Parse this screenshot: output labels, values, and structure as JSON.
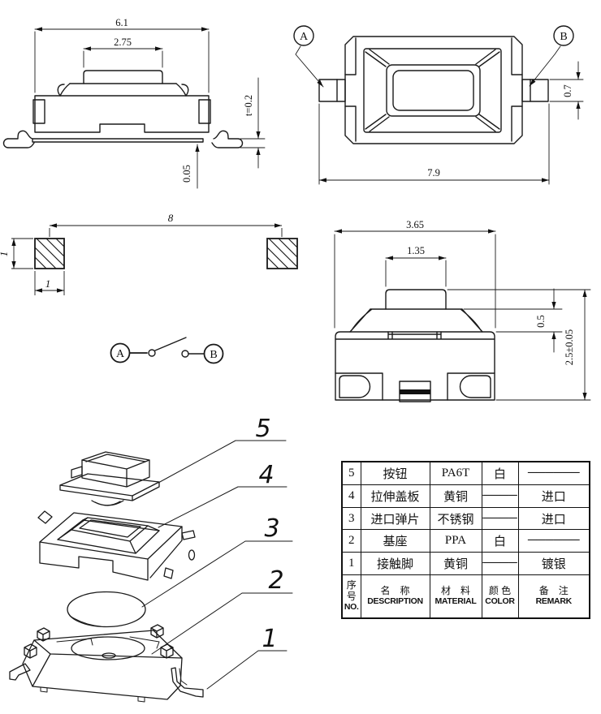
{
  "drawing": {
    "side_view": {
      "dim_width": "6.1",
      "dim_button": "2.75",
      "dim_thickness": "t=0.2",
      "dim_standoff": "0.05"
    },
    "top_view": {
      "terminal_a": "A",
      "terminal_b": "B",
      "dim_length": "7.9",
      "dim_lead": "0.7"
    },
    "footprint": {
      "dim_pitch": "8",
      "dim_pad_height": "1",
      "dim_pad_width": "1"
    },
    "circuit": {
      "terminal_a": "A",
      "terminal_b": "B"
    },
    "front_view": {
      "dim_width": "3.65",
      "dim_button": "1.35",
      "dim_travel": "0.5",
      "dim_height": "2.5±0.05"
    },
    "exploded": {
      "callout_5": "5",
      "callout_4": "4",
      "callout_3": "3",
      "callout_2": "2",
      "callout_1": "1"
    }
  },
  "table": {
    "header": {
      "no_cn": "序号",
      "no_en": "NO.",
      "desc_cn": "名　称",
      "desc_en": "DESCRIPTION",
      "mat_cn": "材　料",
      "mat_en": "MATERIAL",
      "color_cn": "颜 色",
      "color_en": "COLOR",
      "remark_cn": "备　注",
      "remark_en": "REMARK"
    },
    "rows": [
      {
        "no": "5",
        "desc": "按钮",
        "mat": "PA6T",
        "color": "白",
        "remark": "──────"
      },
      {
        "no": "4",
        "desc": "拉伸盖板",
        "mat": "黄铜",
        "color": "────",
        "remark": "进口"
      },
      {
        "no": "3",
        "desc": "进口弹片",
        "mat": "不锈钢",
        "color": "────",
        "remark": "进口"
      },
      {
        "no": "2",
        "desc": "基座",
        "mat": "PPA",
        "color": "白",
        "remark": "──────"
      },
      {
        "no": "1",
        "desc": "接触脚",
        "mat": "黄铜",
        "color": "────",
        "remark": "镀银"
      }
    ]
  }
}
